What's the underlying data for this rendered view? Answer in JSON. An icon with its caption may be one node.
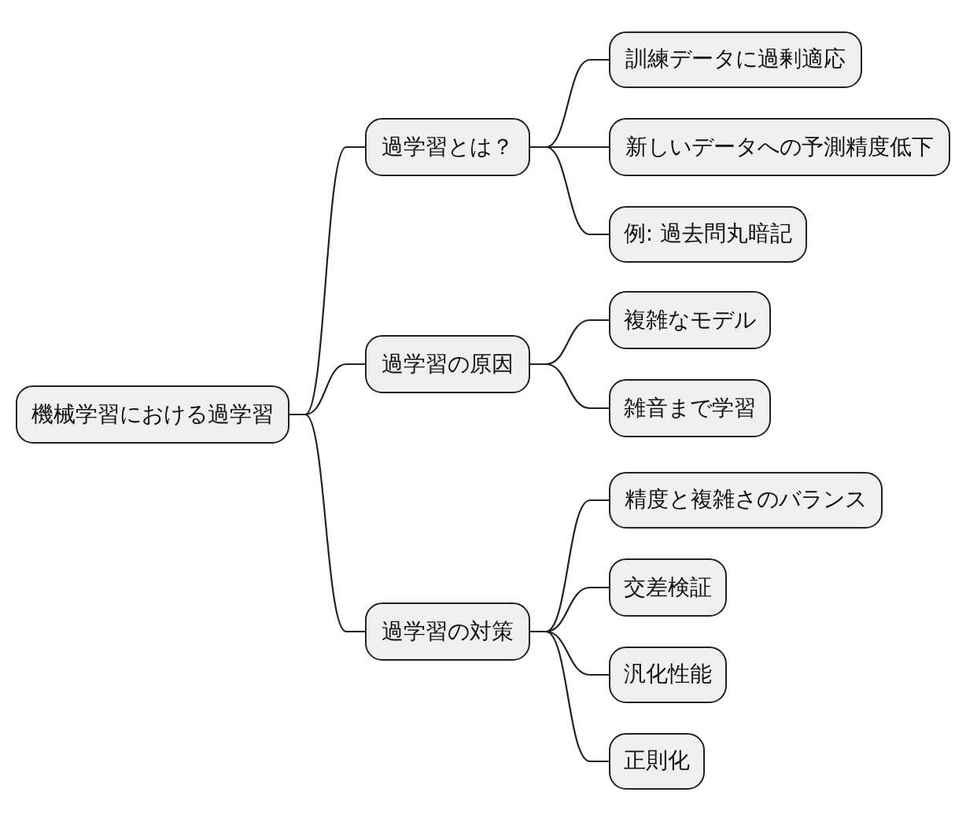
{
  "diagram": {
    "nodes": [
      {
        "text": [
          "機械学習における過学習"
        ]
      },
      {
        "text": [
          "過学習とは？"
        ]
      },
      {
        "text": [
          "訓練データに過剰適応"
        ]
      },
      {
        "text": [
          "新しいデータへの予測精度低下"
        ]
      },
      {
        "text": [
          "例: 過去問丸暗記"
        ]
      },
      {
        "text": [
          "過学習の原因"
        ]
      },
      {
        "text": [
          "複雑なモデル"
        ]
      },
      {
        "text": [
          "雑音まで学習"
        ]
      },
      {
        "text": [
          "過学習の対策"
        ]
      },
      {
        "text": [
          "精度と複雑さのバランス"
        ]
      },
      {
        "text": [
          "交差検証"
        ]
      },
      {
        "text": [
          "汎化性能"
        ]
      },
      {
        "text": [
          "正則化"
        ]
      }
    ],
    "edges": [
      {
        "from": 0,
        "to": 1,
        "arrow": "none"
      },
      {
        "from": 1,
        "to": 2,
        "arrow": "none"
      },
      {
        "from": 1,
        "to": 3,
        "arrow": "none"
      },
      {
        "from": 1,
        "to": 4,
        "arrow": "none"
      },
      {
        "from": 0,
        "to": 5,
        "arrow": "none"
      },
      {
        "from": 5,
        "to": 6,
        "arrow": "none"
      },
      {
        "from": 5,
        "to": 7,
        "arrow": "none"
      },
      {
        "from": 0,
        "to": 8,
        "arrow": "none"
      },
      {
        "from": 8,
        "to": 9,
        "arrow": "none"
      },
      {
        "from": 8,
        "to": 10,
        "arrow": "none"
      },
      {
        "from": 8,
        "to": 11,
        "arrow": "none"
      },
      {
        "from": 8,
        "to": 12,
        "arrow": "none"
      }
    ]
  }
}
